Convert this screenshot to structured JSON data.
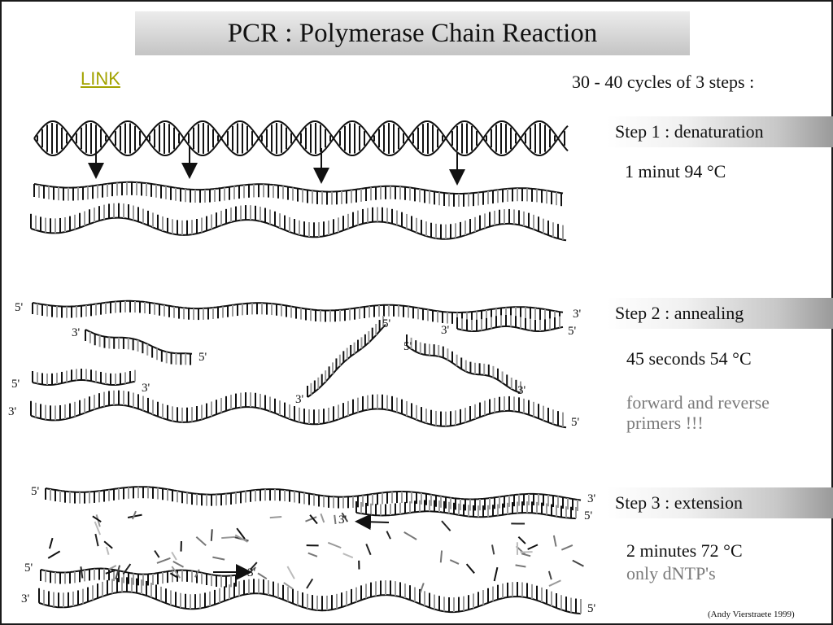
{
  "title": "PCR : Polymerase Chain Reaction",
  "link_label": "LINK",
  "cycles_note": "30 - 40 cycles of 3 steps :",
  "steps": [
    {
      "heading": "Step 1 : denaturation",
      "lines": [
        "1 minut 94 °C"
      ]
    },
    {
      "heading": "Step 2 : annealing",
      "lines": [
        "45 seconds 54 °C",
        "forward and reverse",
        "primers !!!"
      ]
    },
    {
      "heading": "Step 3 : extension",
      "lines": [
        "2 minutes 72 °C",
        "only dNTP's"
      ]
    }
  ],
  "end_labels": {
    "five_prime": "5'",
    "three_prime": "3'"
  },
  "credit": "(Andy Vierstraete 1999)",
  "colors": {
    "link": "#a3a300",
    "secondary_text": "#7a7a7a"
  }
}
